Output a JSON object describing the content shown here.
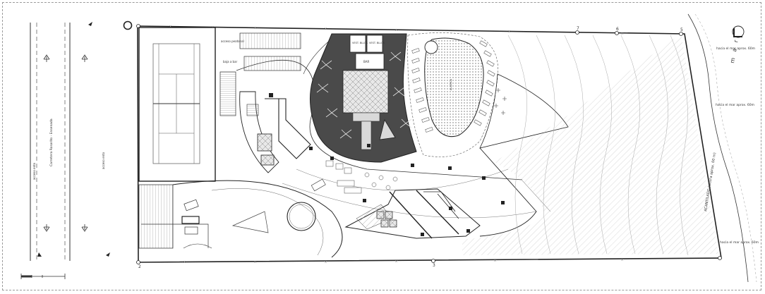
{
  "labels": {
    "street_name": "Carretera Rosarito - Ensenada",
    "acceso_left": "acceso ento",
    "acceso_right": "acceso ento",
    "acantilado": "ACANTILADO (altura aprox. 00 m)",
    "mar": "m a r",
    "hacia_mar_top": "hacia el mar aprox. 60m",
    "hacia_mar_mid": "hacia el mar aprox. 60m",
    "hacia_mar_bottom": "hacia el mar aprox. 60m",
    "bar": "BAR",
    "vest_left": "VEST. BLLOS",
    "vest_right": "VEST. BLLOS",
    "alberca": "ALBERCA",
    "acceso_peatonal": "acceso peatonal",
    "baja_bar": "baja a bar",
    "marker_2": "2",
    "marker_3": "3",
    "marker_5": "5",
    "marker_6": "6",
    "marker_7": "7"
  },
  "colors": {
    "line": "#222222",
    "dark_fill": "#4a4a4a",
    "light_fill": "#d9d9d9",
    "hatch": "#9b9b9b",
    "contour": "#a9a9a9"
  }
}
